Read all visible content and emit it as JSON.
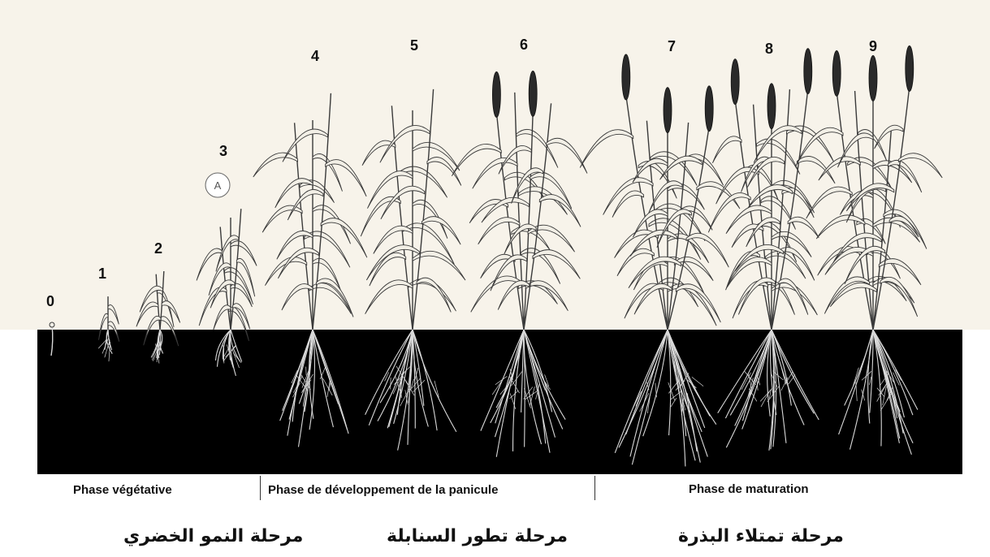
{
  "stages": [
    "0",
    "1",
    "2",
    "3",
    "4",
    "5",
    "6",
    "7",
    "8",
    "9"
  ],
  "marker": "A",
  "phases_fr": [
    "Phase végétative",
    "Phase de développement de la panicule",
    "Phase de maturation"
  ],
  "phases_ar": [
    "مرحلة النمو الخضري",
    "مرحلة  تطور السنابلة",
    "مرحلة تمتلاء البذرة"
  ],
  "colors": {
    "soil": "#000000",
    "sky": "#f7f3ea",
    "plant_stroke": "#3a3a3a",
    "plant_fill": "#f2efe6",
    "panicle": "#2a2a2a",
    "root": "#d9d9d9"
  },
  "icons": [
    "millet-plant-icon",
    "panicle-icon",
    "root-system-icon",
    "seedling-icon"
  ]
}
